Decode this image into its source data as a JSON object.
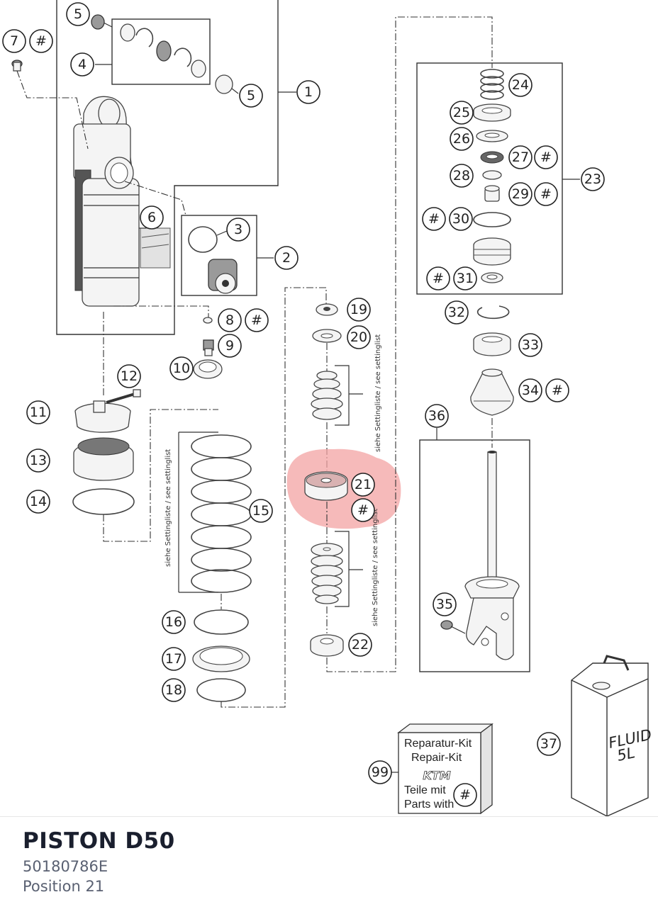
{
  "part": {
    "title": "PISTON D50",
    "number": "50180786E",
    "position_label": "Position 21"
  },
  "diagram": {
    "highlight_color": "#f3a3a3",
    "callouts": {
      "c1": "1",
      "c2": "2",
      "c3": "3",
      "c4": "4",
      "c5a": "5",
      "c5b": "5",
      "c6": "6",
      "c7": "7",
      "c8": "8",
      "c9": "9",
      "c10": "10",
      "c11": "11",
      "c12": "12",
      "c13": "13",
      "c14": "14",
      "c15": "15",
      "c16": "16",
      "c17": "17",
      "c18": "18",
      "c19": "19",
      "c20": "20",
      "c21": "21",
      "c22": "22",
      "c23": "23",
      "c24": "24",
      "c25": "25",
      "c26": "26",
      "c27": "27",
      "c28": "28",
      "c29": "29",
      "c30": "30",
      "c31": "31",
      "c32": "32",
      "c33": "33",
      "c34": "34",
      "c35": "35",
      "c36": "36",
      "c37": "37",
      "c99": "99"
    },
    "hash_mark": "#",
    "setting_label": "siehe Settingliste / see settinglist",
    "kit": {
      "line1": "Reparatur-Kit",
      "line2": "Repair-Kit",
      "line3": "Teile mit",
      "line4": "Parts with",
      "logo": "KTM"
    },
    "fluid": {
      "line1": "FLUID",
      "line2": "5L"
    }
  }
}
